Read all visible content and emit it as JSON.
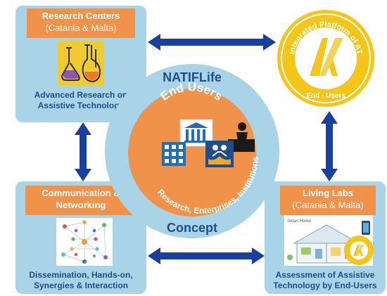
{
  "research_centers": {
    "title": "Research Centers",
    "subtitle": "(Catania & Malta)",
    "caption_line1": "Advanced Research on",
    "caption_line2": "Assistive Technology"
  },
  "platform_badge": {
    "ring_text": "Integrated Platfotm of AT",
    "bottom_text": "End - Users"
  },
  "communication": {
    "title_line1": "Communication &",
    "title_line2": "Networking",
    "caption_line1": "Dissemination, Hands-on,",
    "caption_line2": "Synergies & Interaction"
  },
  "living_labs": {
    "title": "Living Labs",
    "subtitle": "(Catania & Malta)",
    "small_label": "Smart Home",
    "caption_line1": "Assessment of Assistive",
    "caption_line2": "Technology by End-Users"
  },
  "center": {
    "top_title": "NATIFLife",
    "inner_title": "End Users",
    "arc_text": "Research, Enterprises, Institutions",
    "bottom_title": "Concept"
  },
  "colors": {
    "panel": "#a9d3e6",
    "tag": "#f0924a",
    "arrow": "#1a3f9c",
    "text_blue": "#1f4e8c",
    "gold": "#f5c518"
  }
}
